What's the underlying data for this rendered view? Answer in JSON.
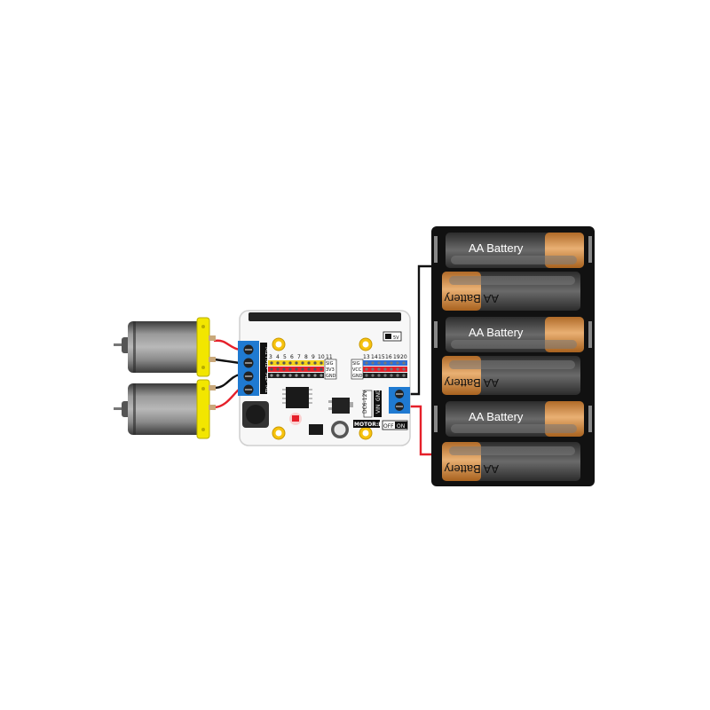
{
  "board": {
    "name": "MOTOR:BIT",
    "power_label": "DC6-12V",
    "vin_label": "VIN",
    "gnd_label": "GND",
    "switch_off": "OFF",
    "switch_on": "ON",
    "motor_labels": [
      "M1+",
      "M1-",
      "M2-",
      "M2+"
    ],
    "pin_row_left": [
      "3",
      "4",
      "5",
      "6",
      "7",
      "8",
      "9",
      "10",
      "11"
    ],
    "pin_row_right": [
      "13",
      "14",
      "15",
      "16",
      "19",
      "20"
    ],
    "rail_labels_left": [
      "SIG",
      "3V3",
      "GND"
    ],
    "rail_labels_right": [
      "SIG",
      "VCC",
      "GND"
    ],
    "corner_label": "5V"
  },
  "battery_pack": {
    "cells": [
      {
        "label": "AA Battery"
      },
      {
        "label": "AA Battery"
      },
      {
        "label": "AA Battery"
      },
      {
        "label": "AA Battery"
      },
      {
        "label": "AA Battery"
      },
      {
        "label": "AA Battery"
      }
    ]
  },
  "colors": {
    "wire_red": "#e5202a",
    "wire_black": "#111111",
    "motor_yellow": "#f2e600",
    "terminal_blue": "#1f7ad1",
    "battery_copper": "#d38a3e",
    "battery_gray": "#5a5a5a",
    "holder_black": "#111111"
  }
}
